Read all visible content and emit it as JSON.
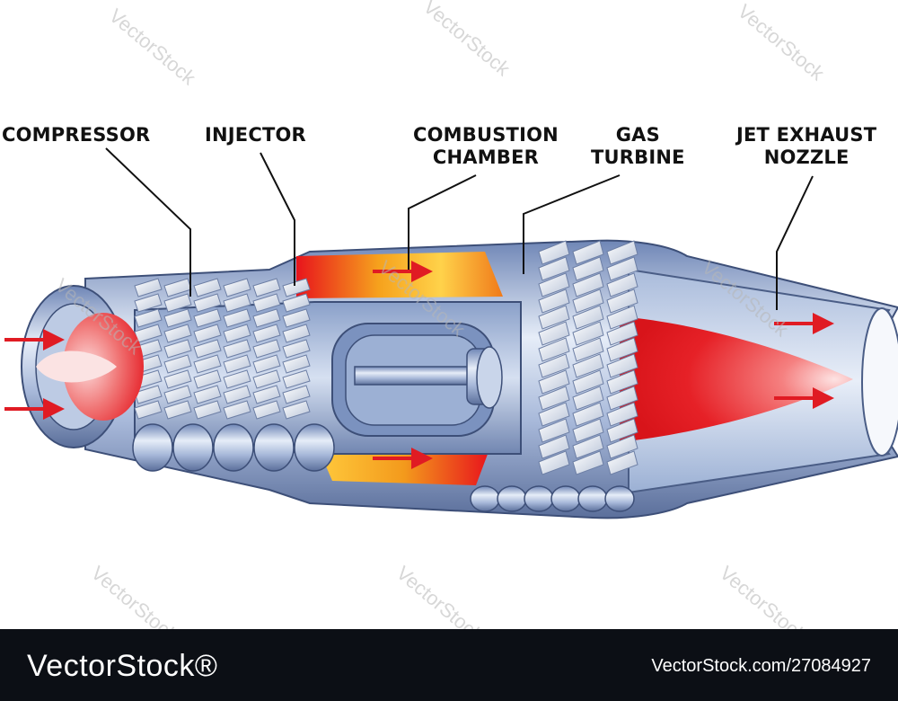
{
  "labels": {
    "compressor": "COMPRESSOR",
    "injector": "INJECTOR",
    "combustion_1": "COMBUSTION",
    "combustion_2": "CHAMBER",
    "turbine_1": "GAS",
    "turbine_2": "TURBINE",
    "nozzle_1": "JET EXHAUST",
    "nozzle_2": "NOZZLE"
  },
  "watermark": "VectorStock",
  "footer": {
    "brand": "VectorStock®",
    "credit": "VectorStock.com/27084927"
  },
  "colors": {
    "casing": "#9fb3d6",
    "flame_red": "#e8141c",
    "flame_orange": "#f6a21d",
    "arrow": "#e01b23",
    "footer_bg": "#0c0f15"
  }
}
